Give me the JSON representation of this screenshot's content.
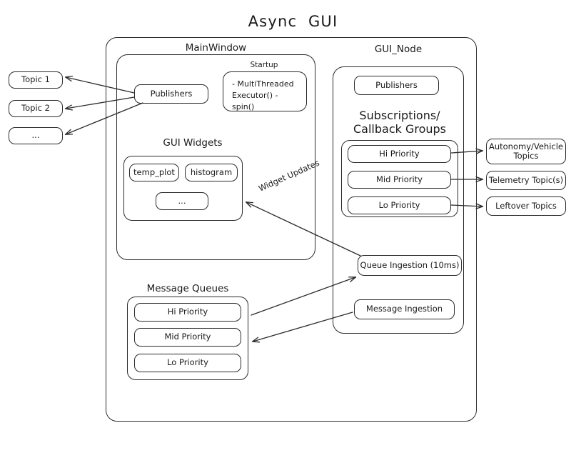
{
  "diagram": {
    "title": "Async  GUI",
    "outer_container_name": "system-boundary",
    "left_topics": [
      {
        "label": "Topic 1"
      },
      {
        "label": "Topic 2"
      },
      {
        "label": "..."
      }
    ],
    "mainwindow": {
      "title": "MainWindow",
      "publishers": "Publishers",
      "startup": {
        "title": "Startup",
        "lines": "-  MultiThreaded\n    Executor()\n-  spin()"
      },
      "gui_widgets": {
        "title": "GUI Widgets",
        "items": [
          {
            "label": "temp_plot"
          },
          {
            "label": "histogram"
          },
          {
            "label": "..."
          }
        ]
      }
    },
    "message_queues": {
      "title": "Message Queues",
      "items": [
        {
          "label": "Hi Priority"
        },
        {
          "label": "Mid Priority"
        },
        {
          "label": "Lo Priority"
        }
      ]
    },
    "gui_node": {
      "title": "GUI_Node",
      "publishers": "Publishers",
      "subscriptions": {
        "title": "Subscriptions/\nCallback Groups",
        "items": [
          {
            "label": "Hi Priority"
          },
          {
            "label": "Mid Priority"
          },
          {
            "label": "Lo Priority"
          }
        ]
      },
      "queue_ingestion": "Queue Ingestion (10ms)",
      "message_ingestion": "Message Ingestion"
    },
    "right_topics": [
      {
        "label": "Autonomy/Vehicle\nTopics"
      },
      {
        "label": "Telemetry Topic(s)"
      },
      {
        "label": "Leftover Topics"
      }
    ],
    "edge_labels": {
      "widget_updates": "Widget Updates"
    },
    "colors": {
      "stroke": "#2b2b2b",
      "text": "#1a1a1a",
      "background": "#ffffff"
    }
  }
}
